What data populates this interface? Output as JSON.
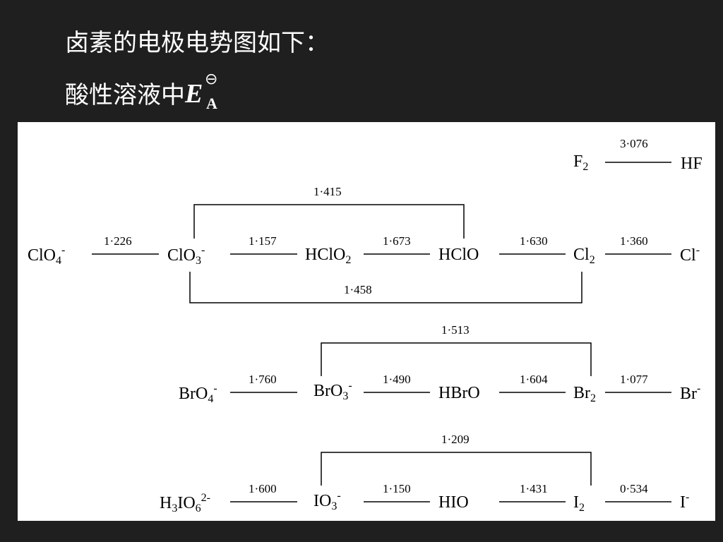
{
  "heading": {
    "line1": "卤素的电极电势图如下：",
    "line2_prefix": "酸性溶液中",
    "symbol_E": "E",
    "symbol_sup": "⊖",
    "symbol_sub": "A"
  },
  "species": {
    "F2": {
      "base": "F",
      "sub": "2",
      "sup": ""
    },
    "HF": {
      "base": "HF",
      "sub": "",
      "sup": ""
    },
    "ClO4": {
      "base": "ClO",
      "sub": "4",
      "sup": "-"
    },
    "ClO3": {
      "base": "ClO",
      "sub": "3",
      "sup": "-"
    },
    "HClO2": {
      "base": "HClO",
      "sub": "2",
      "sup": ""
    },
    "HClO": {
      "base": "HClO",
      "sub": "",
      "sup": ""
    },
    "Cl2": {
      "base": "Cl",
      "sub": "2",
      "sup": ""
    },
    "Clm": {
      "base": "Cl",
      "sub": "",
      "sup": "-"
    },
    "BrO4": {
      "base": "BrO",
      "sub": "4",
      "sup": "-"
    },
    "BrO3": {
      "base": "BrO",
      "sub": "3",
      "sup": "-"
    },
    "HBrO": {
      "base": "HBrO",
      "sub": "",
      "sup": ""
    },
    "Br2": {
      "base": "Br",
      "sub": "2",
      "sup": ""
    },
    "Brm": {
      "base": "Br",
      "sub": "",
      "sup": "-"
    },
    "H3IO6": {
      "pre": "H",
      "presub": "3",
      "base": "IO",
      "sub": "6",
      "sup": "2-"
    },
    "IO3": {
      "base": "IO",
      "sub": "3",
      "sup": "-"
    },
    "HIO": {
      "base": "HIO",
      "sub": "",
      "sup": ""
    },
    "I2": {
      "base": "I",
      "sub": "2",
      "sup": ""
    },
    "Im": {
      "base": "I",
      "sub": "",
      "sup": "-"
    }
  },
  "potentials": {
    "F2_HF": "3·076",
    "ClO4_ClO3": "1·226",
    "ClO3_HClO2": "1·157",
    "HClO2_HClO": "1·673",
    "HClO_Cl2": "1·630",
    "Cl2_Clm": "1·360",
    "ClO3_HClO_bracket": "1·415",
    "ClO3_Cl2_bracket": "1·458",
    "BrO4_BrO3": "1·760",
    "BrO3_HBrO": "1·490",
    "HBrO_Br2": "1·604",
    "Br2_Brm": "1·077",
    "BrO3_Br2_bracket": "1·513",
    "H3IO6_IO3": "1·600",
    "IO3_HIO": "1·150",
    "HIO_I2": "1·431",
    "I2_Im": "0·534",
    "IO3_I2_bracket": "1·209"
  }
}
